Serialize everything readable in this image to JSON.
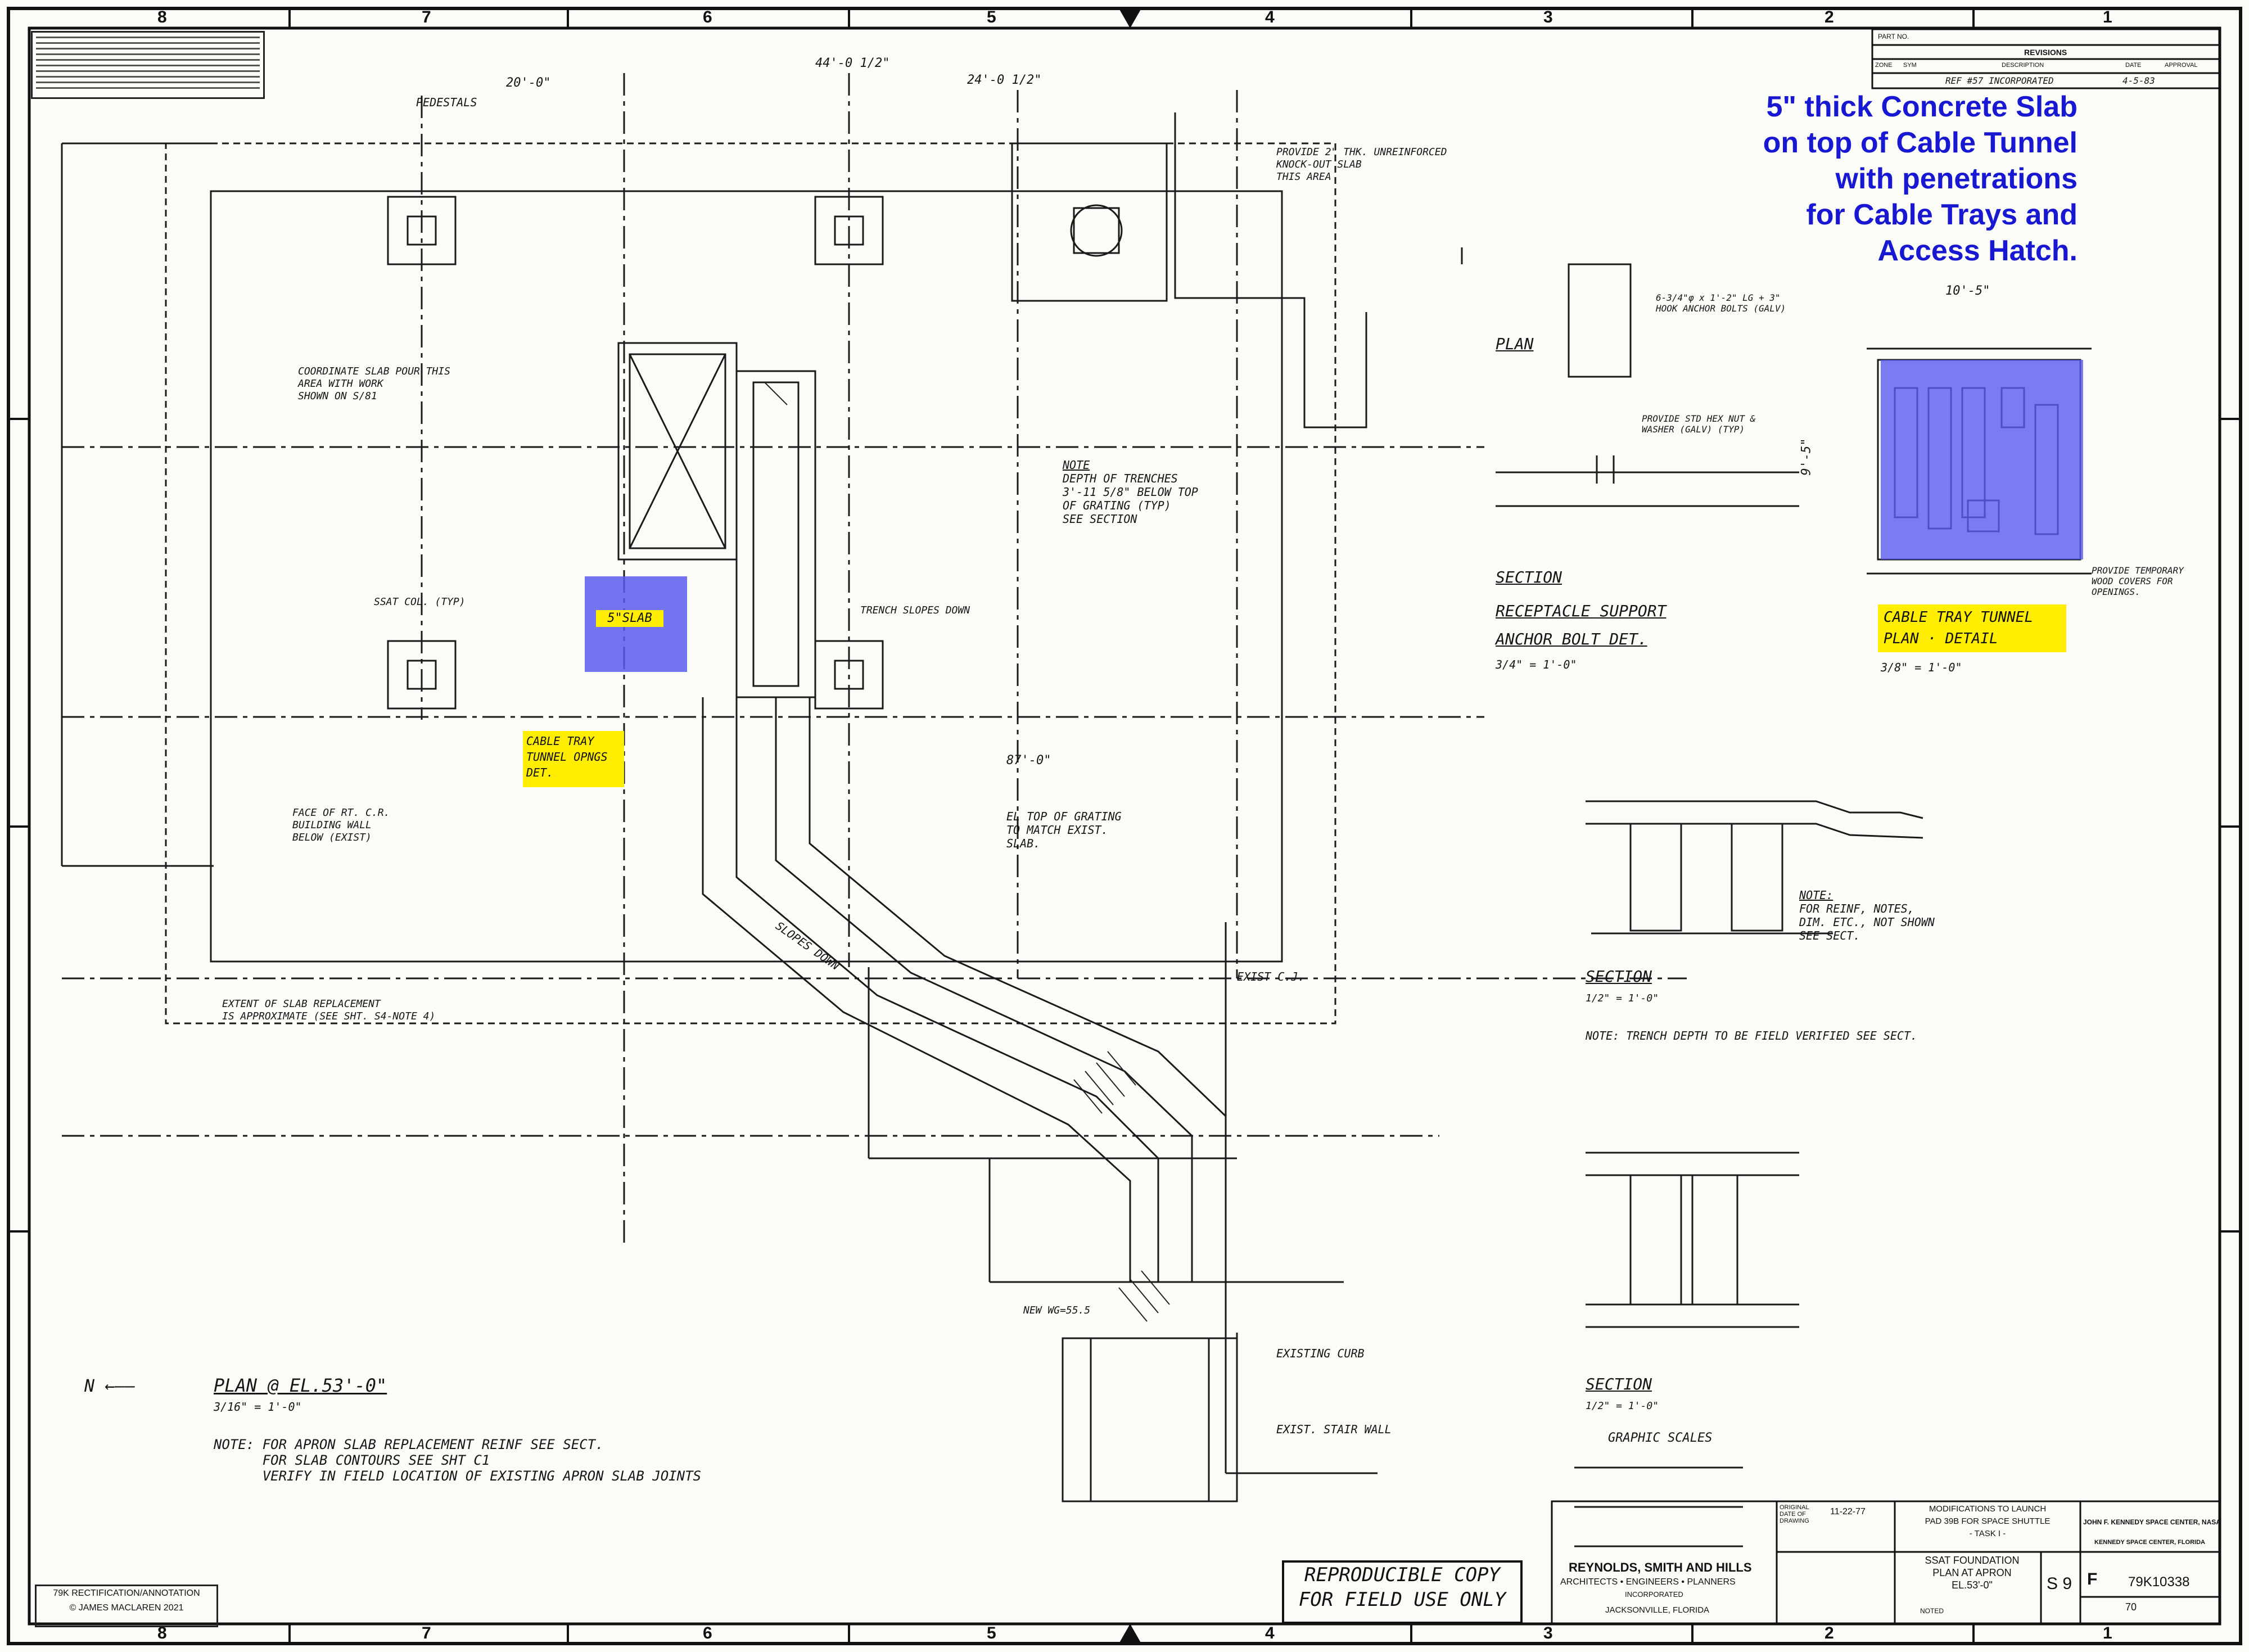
{
  "callout": {
    "line1": "5\" thick Concrete Slab",
    "line2": "on top of Cable Tunnel",
    "line3": "with penetrations",
    "line4": "for Cable Trays and",
    "line5": "Access Hatch."
  },
  "zones_top": [
    "8",
    "7",
    "6",
    "5",
    "4",
    "3",
    "2",
    "1"
  ],
  "zones_bottom": [
    "8",
    "7",
    "6",
    "5",
    "4",
    "3",
    "2",
    "1"
  ],
  "highlights": {
    "slab_label": "5\"SLAB",
    "tunnel_label_1": "CABLE TRAY",
    "tunnel_label_2": "TUNNEL OPNGS",
    "tunnel_label_3": "DET.",
    "detail_label_1": "CABLE TRAY TUNNEL",
    "detail_label_2": "PLAN · DETAIL",
    "detail_scale": "3/8\" = 1'-0\""
  },
  "notes": {
    "plan_title": "PLAN @ EL.53'-0\"",
    "plan_scale": "3/16\" = 1'-0\"",
    "north": "N",
    "apron_note_head": "NOTE:",
    "apron_note_1": "FOR APRON SLAB REPLACEMENT REINF SEE SECT.",
    "apron_note_2": "FOR SLAB CONTOURS SEE SHT C1",
    "apron_note_3": "VERIFY IN FIELD LOCATION OF EXISTING APRON SLAB JOINTS",
    "trench_note_head": "NOTE",
    "trench_note_1": "DEPTH OF TRENCHES",
    "trench_note_2": "3'-11 5/8\" BELOW TOP",
    "trench_note_3": "OF GRATING (TYP)",
    "trench_note_4": "SEE SECTION",
    "coordinate_note_1": "COORDINATE SLAB POUR THIS",
    "coordinate_note_2": "AREA WITH WORK",
    "coordinate_note_3": "SHOWN ON S/81",
    "extent_note_1": "EXTENT OF SLAB REPLACEMENT",
    "extent_note_2": "IS APPROXIMATE (SEE SHT. S4-NOTE 4)",
    "face_note_1": "FACE OF RT. C.R.",
    "face_note_2": "BUILDING WALL",
    "face_note_3": "BELOW (EXIST)",
    "grating_note_1": "EL TOP OF GRATING",
    "grating_note_2": "TO MATCH EXIST.",
    "grating_note_3": "SLAB.",
    "knockout_1": "PROVIDE 2\" THK. UNREINFORCED",
    "knockout_2": "KNOCK-OUT SLAB",
    "knockout_3": "THIS AREA",
    "trench_slopes": "TRENCH SLOPES DOWN",
    "slopes_down": "SLOPES DOWN",
    "existing_curb": "EXISTING CURB",
    "exist_stair": "EXIST. STAIR WALL",
    "new_wg": "NEW WG=55.5",
    "section_a": "SECTION",
    "section_b": "SECTION",
    "section_c": "SECTION",
    "section_scale": "1/2\" = 1'-0\"",
    "plan_small": "PLAN",
    "section_rcpt": "SECTION",
    "receptacle_1": "RECEPTACLE SUPPORT",
    "receptacle_2": "ANCHOR BOLT DET.",
    "receptacle_scale": "3/4\" = 1'-0\"",
    "anchor_note": "6-3/4\"φ x 1'-2\" LG + 3\" HOOK ANCHOR BOLTS (GALV)",
    "hex_note": "PROVIDE STD HEX NUT & WASHER (GALV) (TYP)",
    "trench_depth_note": "NOTE: TRENCH DEPTH TO BE FIELD VERIFIED SEE SECT.",
    "reinf_note_1": "NOTE:",
    "reinf_note_2": "FOR REINF, NOTES,",
    "reinf_note_3": "DIM. ETC., NOT SHOWN",
    "reinf_note_4": "SEE SECT.",
    "graphic_scales": "GRAPHIC SCALES",
    "temp_cover": "PROVIDE TEMPORARY WOOD COVERS FOR OPENINGS.",
    "ssat_col": "SSAT COL. (TYP)",
    "pedestals": "PEDESTALS",
    "exist_cj": "EXIST C.J.",
    "dim_total": "44'-0 1/2\"",
    "dim_a": "20'-0\"",
    "dim_b": "24'-0 1/2\"",
    "dim_c": "87'-0\"",
    "dim_detail": "10'-5\"",
    "dim_detail_h": "9'-5\""
  },
  "revisions": {
    "header": "REVISIONS",
    "col_zone": "ZONE",
    "col_sym": "SYM",
    "col_desc": "DESCRIPTION",
    "col_date": "DATE",
    "col_appr": "APPROVAL",
    "row_desc": "REF #57 INCORPORATED",
    "row_date": "4-5-83",
    "part_no": "PART NO."
  },
  "stamp": {
    "line1": "REPRODUCIBLE COPY",
    "line2": "FOR FIELD USE ONLY"
  },
  "title_block": {
    "firm": "REYNOLDS, SMITH AND HILLS",
    "firm_sub": "ARCHITECTS • ENGINEERS • PLANNERS",
    "firm_inc": "INCORPORATED",
    "firm_city": "JACKSONVILLE, FLORIDA",
    "orig_date_lbl": "ORIGINAL DATE OF DRAWING",
    "orig_date": "11-22-77",
    "mod_1": "MODIFICATIONS TO LAUNCH",
    "mod_2": "PAD 39B FOR SPACE SHUTTLE",
    "mod_3": "- TASK I -",
    "title_1": "SSAT FOUNDATION",
    "title_2": "PLAN AT APRON",
    "title_3": "EL.53'-0\"",
    "center_1": "JOHN F. KENNEDY SPACE CENTER, NASA",
    "center_2": "KENNEDY SPACE CENTER, FLORIDA",
    "size": "F",
    "dwg_no": "79K10338",
    "sheet_code": "S 9",
    "sheet_no": "70",
    "scale": "NOTED"
  },
  "corner_label": {
    "line1": "79K RECTIFICATION/ANNOTATION",
    "line2": "© JAMES MACLAREN 2021"
  },
  "colors": {
    "callout_text": "#1818d2",
    "highlight_blue": "#5c5cf0",
    "highlight_yellow": "#ffee00",
    "ink": "#161616"
  }
}
